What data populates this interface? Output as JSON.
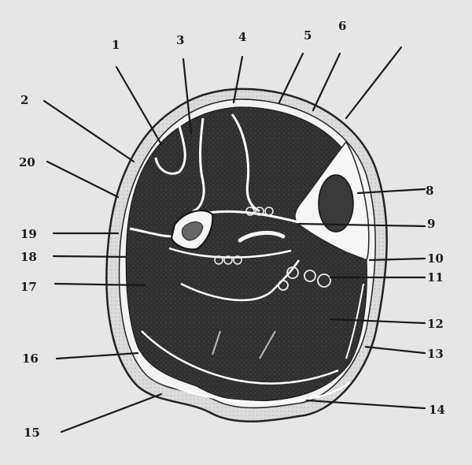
{
  "labels": [
    "1",
    "2",
    "3",
    "4",
    "5",
    "6",
    "8",
    "9",
    "10",
    "11",
    "12",
    "13",
    "14",
    "15",
    "16",
    "17",
    "18",
    "19",
    "20"
  ],
  "colors": {
    "background": "#e6e6e6",
    "skin": "#d9d9d9",
    "muscle": "#333333",
    "bone": "#f4f4f4",
    "septum": "#ffffff",
    "ink": "#1a1a1a"
  }
}
